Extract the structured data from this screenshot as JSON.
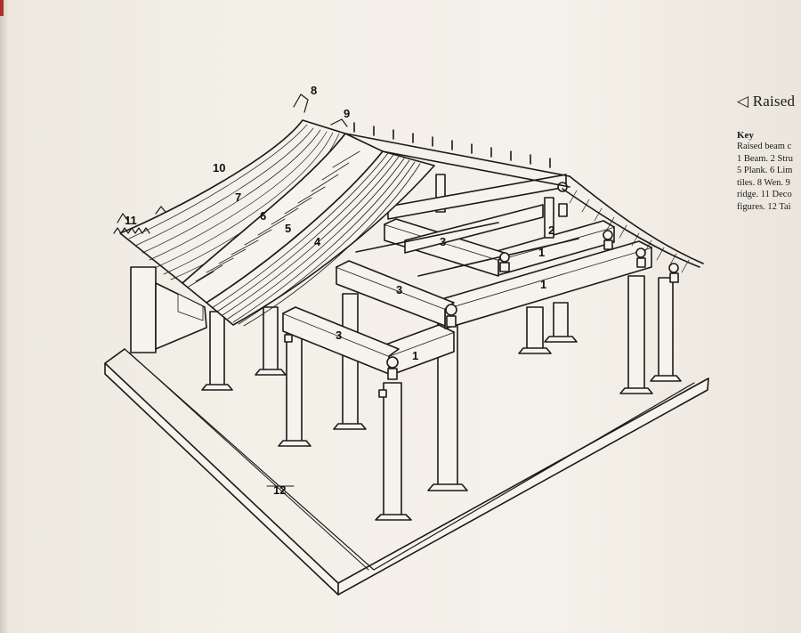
{
  "caption": {
    "title": "◁ Raised",
    "key_heading": "Key",
    "key_lines": [
      "Raised beam c",
      "1 Beam. 2 Stru",
      "5 Plank. 6 Lim",
      "tiles. 8 Wen. 9",
      "ridge. 11 Deco",
      "figures. 12 Tai"
    ]
  },
  "labels": {
    "n1a": "1",
    "n1b": "1",
    "n1c": "1",
    "n2": "2",
    "n3a": "3",
    "n3b": "3",
    "n3c": "3",
    "n4": "4",
    "n5": "5",
    "n6": "6",
    "n7": "7",
    "n8": "8",
    "n9": "9",
    "n10": "10",
    "n11": "11",
    "n12": "12"
  },
  "colors": {
    "paper": "#f1eee6",
    "ink": "#1a1a1a",
    "edge_mark": "#b0302e"
  }
}
